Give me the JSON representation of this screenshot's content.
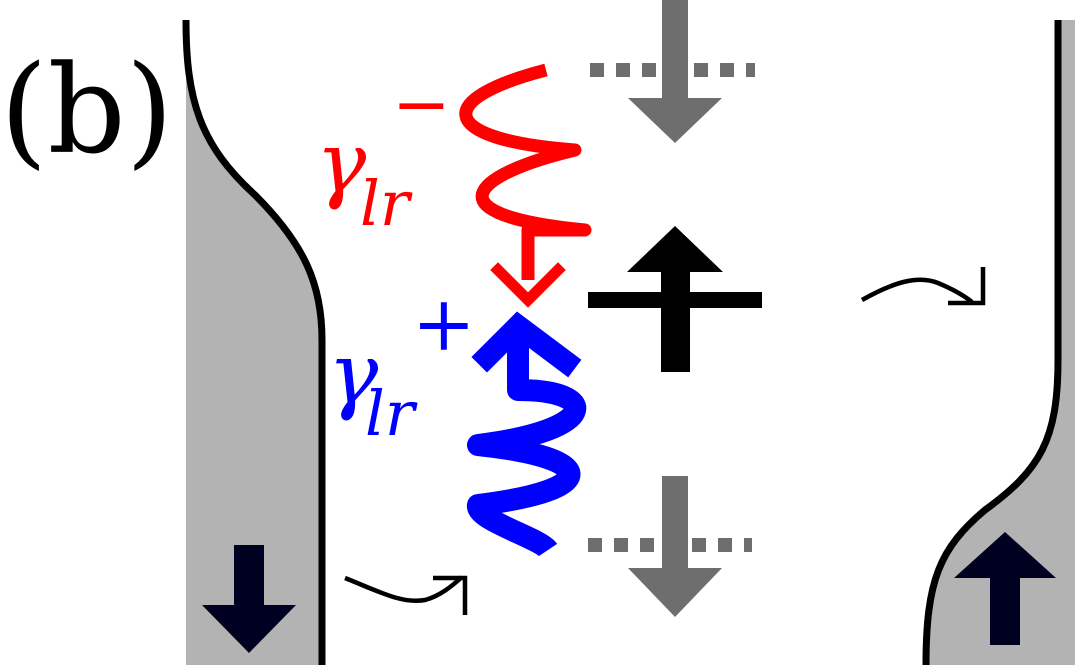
{
  "panel_label": "(b)",
  "labels": {
    "upper_symbol": "γ",
    "upper_subscript": "lr",
    "upper_superscript": "−",
    "lower_symbol": "γ",
    "lower_subscript": "lr",
    "lower_superscript": "+"
  },
  "colors": {
    "upper_wave": "#ff0000",
    "lower_wave": "#0000ff",
    "lead_fill": "#b3b3b3",
    "dim_spin": "#6e6e6e",
    "lead_spin": "#000020",
    "line": "#000000"
  },
  "icons": {
    "left_lead_spin": "arrow-down-icon",
    "right_lead_spin": "arrow-up-icon",
    "dot_spin_up": "arrow-up-icon",
    "dot_spin_down_top": "arrow-down-icon",
    "dot_spin_down_bottom": "arrow-down-icon",
    "left_lead_transition": "curved-arrow-icon",
    "right_lead_transition": "curved-arrow-icon"
  }
}
